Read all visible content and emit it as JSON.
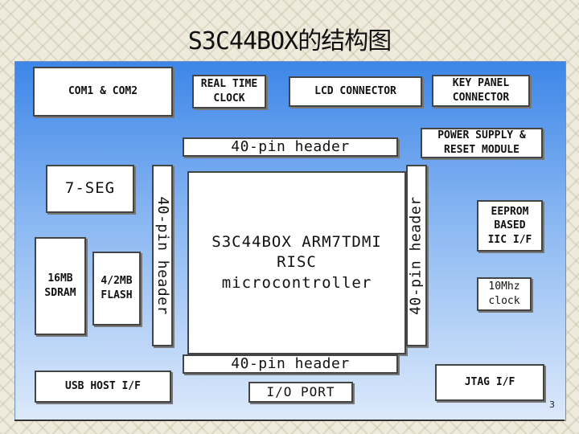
{
  "title": "S3C44BOX的结构图",
  "blocks": {
    "com": "COM1 & COM2",
    "rtc": "REAL TIME\nCLOCK",
    "lcd": "LCD CONNECTOR",
    "key_panel": "KEY PANEL\nCONNECTOR",
    "header_top": "40-pin header",
    "power": "POWER SUPPLY &\nRESET MODULE",
    "seg7": "7-SEG",
    "header_left": "40-pin header",
    "cpu": "S3C44BOX ARM7TDMI\nRISC\nmicrocontroller",
    "header_right": "40-pin header",
    "eeprom": "EEPROM\nBASED\nIIC I/F",
    "sdram": "16MB\nSDRAM",
    "flash": "4/2MB\nFLASH",
    "clock": "10Mhz\nclock",
    "header_bottom": "40-pin header",
    "usb": "USB HOST I/F",
    "io_port": "I/O PORT",
    "jtag": "JTAG I/F"
  },
  "page_number": "3"
}
